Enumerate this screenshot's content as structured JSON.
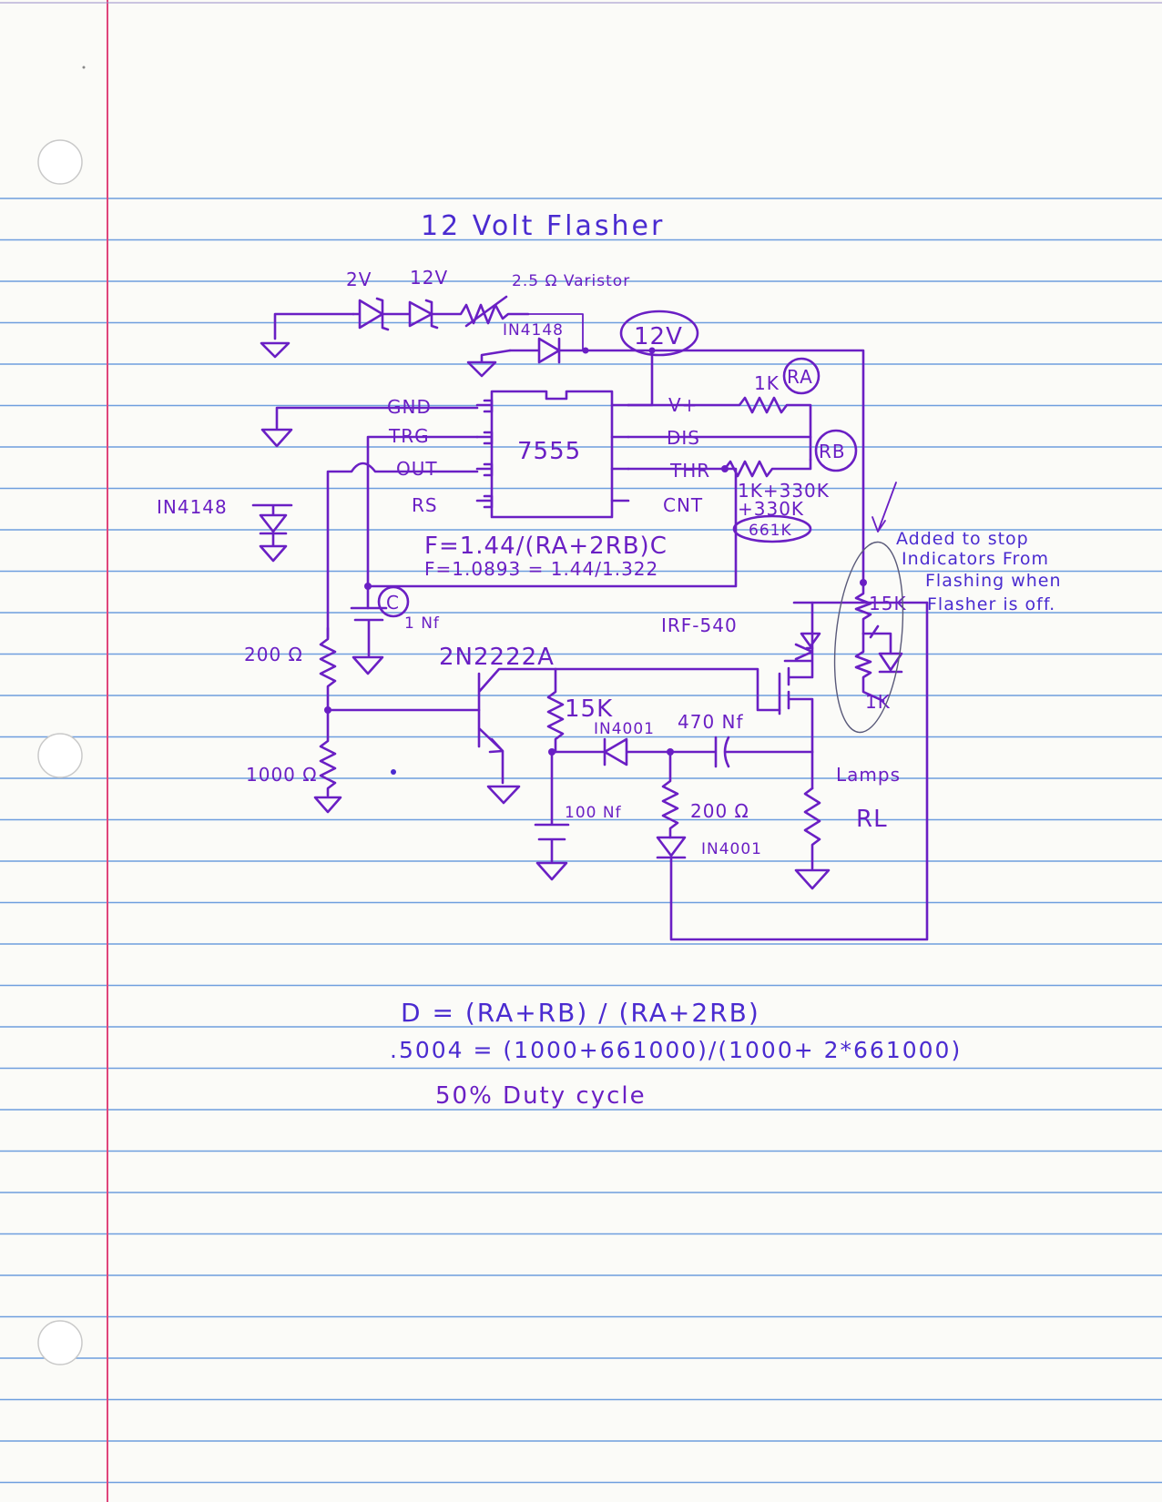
{
  "title": "12 Volt Flasher",
  "supply": {
    "label": "12V",
    "zener_labels": [
      "2V",
      "12V"
    ],
    "varistor_label": "2.5 Ω Varistor",
    "diode_label": "IN4148"
  },
  "ic": {
    "name": "7555",
    "left_pins": [
      "GND",
      "TRG",
      "OUT",
      "RS"
    ],
    "right_pins": [
      "V+",
      "DIS",
      "THR",
      "CNT"
    ]
  },
  "ra": {
    "name": "RA",
    "value": "1K"
  },
  "rb": {
    "name": "RB",
    "value_line1": "1K+330K",
    "value_line2": "+330K",
    "total": "661K"
  },
  "formulas": {
    "freq": "F=1.44/(RA+2RB)C",
    "freq_calc": "F=1.0893 = 1.44/1.322"
  },
  "timing_cap": {
    "name": "C",
    "value": "1 Nf"
  },
  "left_diode": "IN4148",
  "divider": {
    "top": "200 Ω",
    "bottom": "1000 Ω"
  },
  "transistor": "2N2222A",
  "mosfet": "IRF-540",
  "r_15k": "15K",
  "diode_mid": "IN4001",
  "cap_470": "470 Nf",
  "cap_100": "100 Nf",
  "r_200b": "200 Ω",
  "diode_low": "IN4001",
  "indicator": {
    "r_top": "15K",
    "r_bottom": "1K"
  },
  "lamps": {
    "label": "Lamps",
    "name": "RL"
  },
  "annotation": [
    "Added to stop",
    "Indicators From",
    "Flashing when",
    "Flasher is off."
  ],
  "duty": {
    "formula": "D = (RA+RB) / (RA+2RB)",
    "calc": ".5004 = (1000+661000)/(1000+ 2*661000)",
    "result": "50% Duty cycle"
  },
  "colors": {
    "ink": "#6a1fc4",
    "ink_blue": "#4a2bd0",
    "rule_blue": "#3f7fd6",
    "margin_red": "#e0457b"
  }
}
